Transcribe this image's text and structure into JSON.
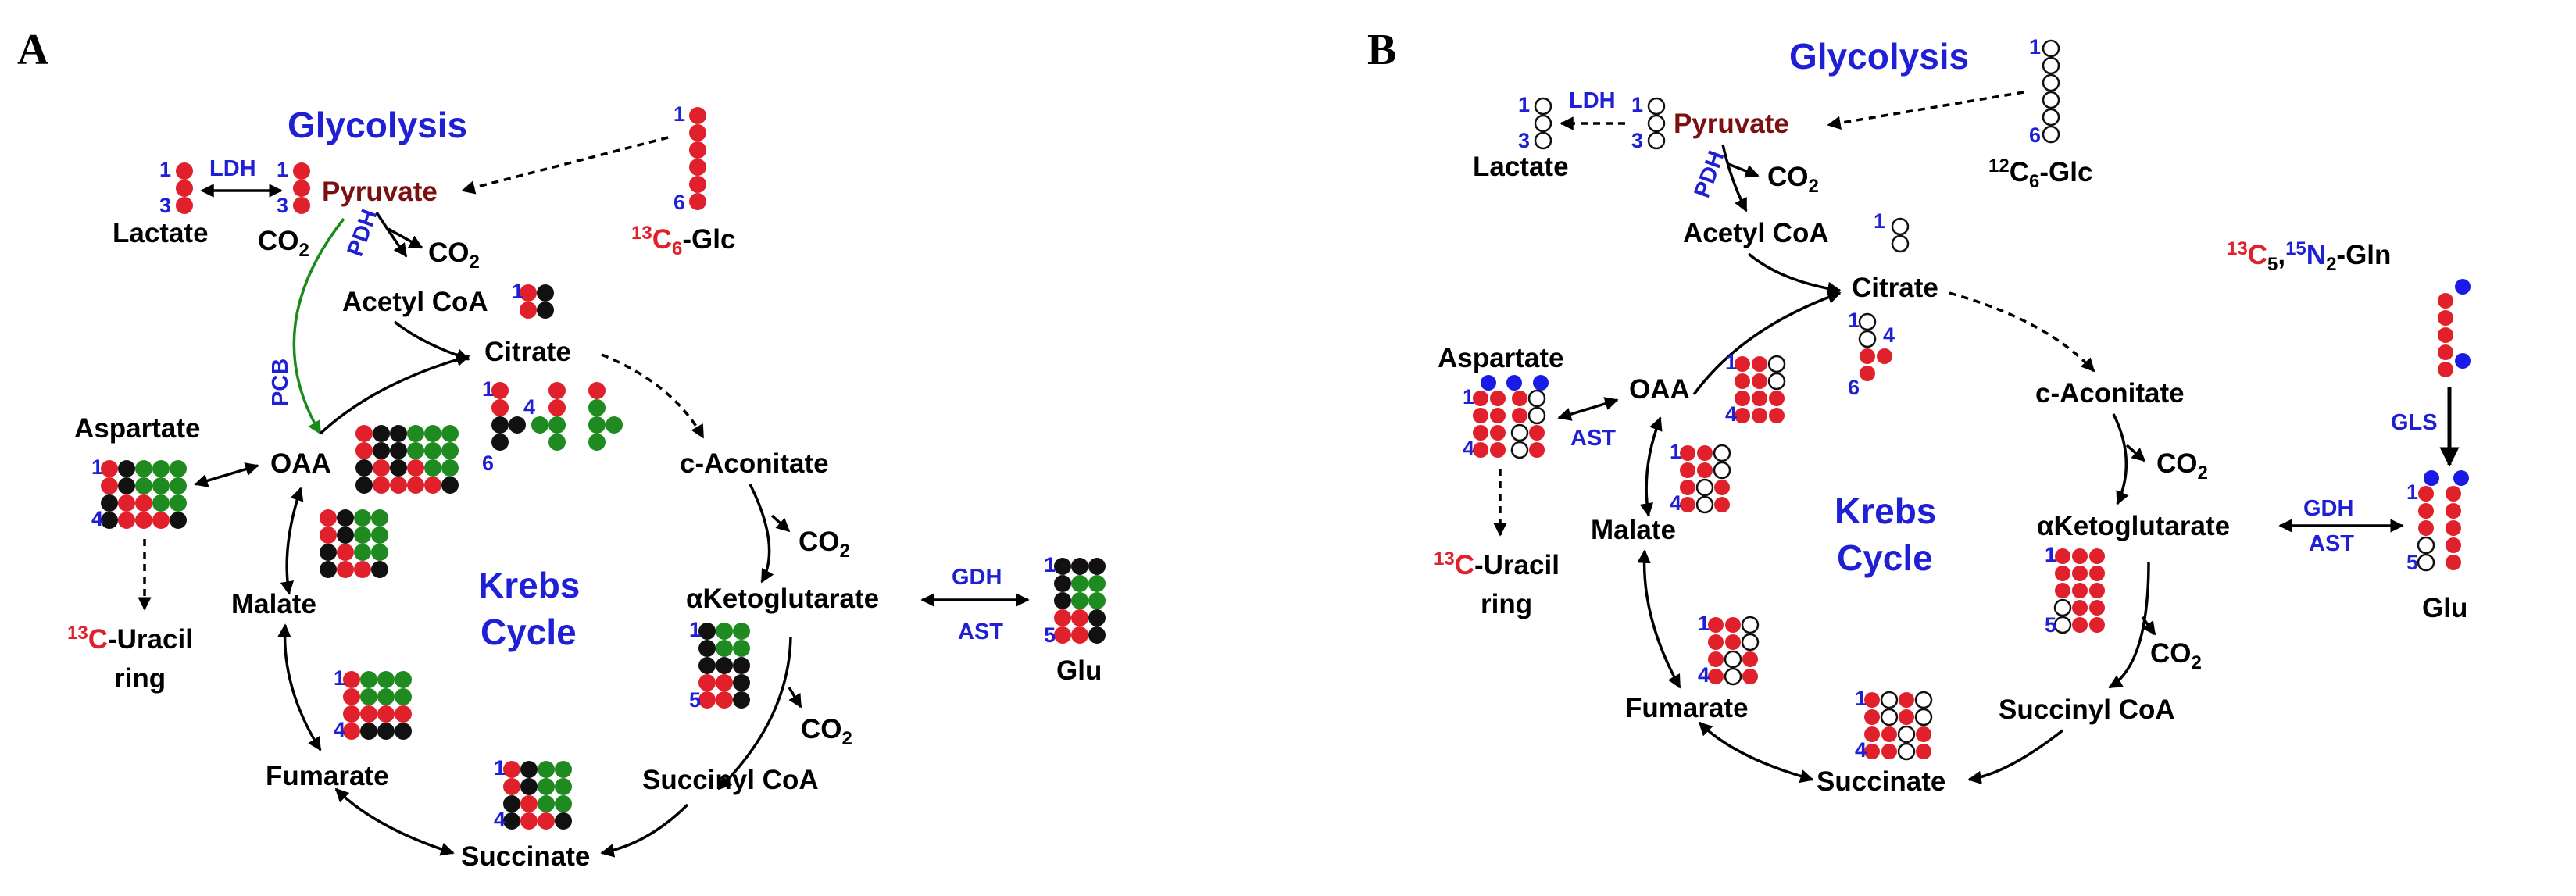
{
  "panel_a": {
    "panel_label": "A",
    "glycolysis": "Glycolysis",
    "krebs_line1": "Krebs",
    "krebs_line2": "Cycle",
    "lactate": "Lactate",
    "pyruvate": "Pyruvate",
    "ldh": "LDH",
    "pdh": "PDH",
    "pcb": "PCB",
    "co2_text": "CO",
    "co2_sub": "2",
    "glucose_sup": "13",
    "glucose_c": "C",
    "glucose_sub": "6",
    "glucose_rest": "-Glc",
    "acetyl_coa": "Acetyl CoA",
    "citrate": "Citrate",
    "aspartate": "Aspartate",
    "oaa": "OAA",
    "malate": "Malate",
    "fumarate": "Fumarate",
    "succinate": "Succinate",
    "succinyl_coa": "Succinyl CoA",
    "akg": "αKetoglutarate",
    "c_aconitate": "c-Aconitate",
    "glu": "Glu",
    "gdh": "GDH",
    "ast": "AST",
    "uracil_sup": "13",
    "uracil_c": "C",
    "uracil_rest": "-Uracil",
    "uracil_line2": "ring",
    "nums": {
      "n1": "1",
      "n3": "3",
      "n4": "4",
      "n5": "5",
      "n6": "6"
    }
  },
  "panel_b": {
    "panel_label": "B",
    "glycolysis": "Glycolysis",
    "krebs_line1": "Krebs",
    "krebs_line2": "Cycle",
    "lactate": "Lactate",
    "pyruvate": "Pyruvate",
    "ldh": "LDH",
    "pdh": "PDH",
    "gls": "GLS",
    "gdh": "GDH",
    "ast": "AST",
    "co2_text": "CO",
    "co2_sub": "2",
    "glucose_sup": "12",
    "glucose_c": "C",
    "glucose_sub": "6",
    "glucose_rest": "-Glc",
    "gln_sup1": "13",
    "gln_c": "C",
    "gln_sub1": "5",
    "gln_sup2": "15",
    "gln_n": "N",
    "gln_sub2": "2",
    "gln_rest": "-Gln",
    "acetyl_coa": "Acetyl CoA",
    "citrate": "Citrate",
    "aspartate": "Aspartate",
    "oaa": "OAA",
    "malate": "Malate",
    "fumarate": "Fumarate",
    "succinate": "Succinate",
    "succinyl_coa": "Succinyl CoA",
    "akg": "αKetoglutarate",
    "c_aconitate": "c-Aconitate",
    "glu": "Glu",
    "uracil_sup": "13",
    "uracil_c": "C",
    "uracil_rest": "-Uracil",
    "uracil_line2": "ring",
    "nums": {
      "n1": "1",
      "n3": "3",
      "n4": "4",
      "n5": "5",
      "n6": "6"
    }
  },
  "colors": {
    "labeled_13c": "#e0202a",
    "unlabeled_12c": "#111111",
    "pc_derived": "#1f8a1f",
    "labeled_15n": "#1a1ae6",
    "text_blue": "#1f1fd6",
    "pyruvate_label": "#7a1010"
  }
}
